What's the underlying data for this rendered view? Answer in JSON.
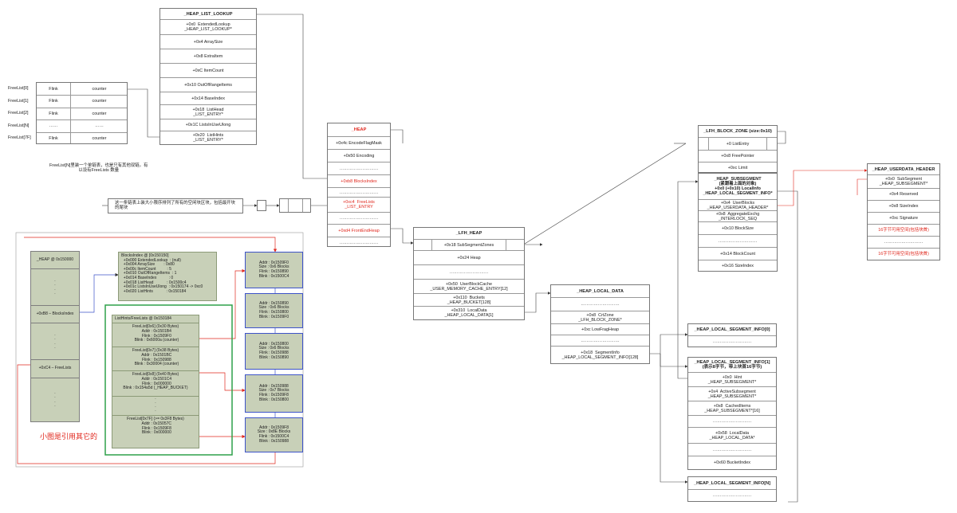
{
  "heap_list_lookup": {
    "title": "_HEAP_LIST_LOOKUP",
    "rows": [
      "+0x0  ExtendedLookup\n_HEAP_LIST_LOOKUP*",
      "+0x4  ArraySize",
      "+0x8  ExtraItem",
      "+0xC  ItemCount",
      "+0x10  OutOfRangeItems",
      "+0x14  BaseIndex",
      "+0x18  ListHead\n_LIST_ENTRY*",
      "+0x1C  ListsInUseUlong",
      "+0x20  ListHints\n_LIST_ENTRY*"
    ]
  },
  "freelist_table": {
    "rows": [
      {
        "label": "FreeList[0]",
        "flink": "Flink",
        "counter": "counter"
      },
      {
        "label": "FreeList[1]",
        "flink": "Flink",
        "counter": "counter"
      },
      {
        "label": "FreeList[2]",
        "flink": "Flink",
        "counter": "counter"
      },
      {
        "label": "FreeList[N]",
        "flink": "……",
        "counter": "……"
      },
      {
        "label": "FreeList[7F]",
        "flink": "Flink",
        "counter": "counter"
      }
    ],
    "note": "FreeList[N]里装一个单链表，也是只有其他双链。有\n以设有FreeLists 数量"
  },
  "chain_note": "这一条链表上装大小限序排列了所有的空闲块区块，包括最开块\n的尾块",
  "heap": {
    "title": "_HEAP",
    "rows": [
      {
        "text": "+0x4c  EncodeFlagMask",
        "red": false
      },
      {
        "text": "+0x50  Encoding",
        "red": false
      },
      {
        "text": "………………………",
        "red": false
      },
      {
        "text": "+0xb8  BlocksIndex",
        "red": true
      },
      {
        "text": "………………………",
        "red": false
      },
      {
        "text": "+0xc4  FreeLists\n_LIST_ENTRY",
        "red": true
      },
      {
        "text": "………………………",
        "red": false
      },
      {
        "text": "+0xd4  FrontEndHeap",
        "red": true
      },
      {
        "text": "………………………",
        "red": false
      }
    ]
  },
  "lfh_heap": {
    "title": "_LFH_HEAP",
    "rows": [
      "+0x18  SubSegmentZones",
      "+0x24  Heap",
      "………………………",
      "+0x50  UserBlockCache\n_USER_MEMORY_CACHE_ENTRY[12]",
      "+0x110  Buckets\n_HEAP_BUCKET[128]",
      "+0x310  LocalData\n_HEAP_LOCAL_DATA[1]"
    ]
  },
  "heap_local_data": {
    "title": "_HEAP_LOCAL_DATA",
    "rows": [
      "………………………",
      "+0x8  CrtZone\n_LFH_BLOCK_ZONE*",
      "+0xc  LowFragHeap",
      "………………………",
      "+0x18  SegmentInfo\n_HEAP_LOCAL_SEGMENT_INFO[128]"
    ]
  },
  "lfh_block_zone": {
    "title": "_LFH_BLOCK_ZONE (size:0x10)",
    "rows": [
      "+0   ListEntry",
      "+0x8  FreePointer",
      "+0xc  Limit"
    ]
  },
  "heap_subsegment": {
    "rows": [
      {
        "text": "_HEAP_SUBSEGMENT\n(紧跟着上面的对象)\n+0x0 (+0x10) LocalInfo\n_HEAP_LOCAL_SEGMENT_INFO*",
        "bold": true
      },
      {
        "text": "+0x4  UserBlocks\n_HEAP_USERDATA_HEADER*",
        "bold": false
      },
      {
        "text": "+0x8  AggregateExchg\n_INTERLOCK_SEQ",
        "bold": false
      },
      {
        "text": "+0x10  BlockSize",
        "bold": false
      },
      {
        "text": "………………………",
        "bold": false
      },
      {
        "text": "+0x14  BlockCount",
        "bold": false
      },
      {
        "text": "+0x16  SizeIndex",
        "bold": false
      }
    ]
  },
  "userdata_header": {
    "title": "_HEAP_USERDATA_HEADER",
    "rows": [
      {
        "text": "+0x0  SubSegment\n_HEAP_SUBSEGMENT*",
        "red": false
      },
      {
        "text": "+0x4  Reserved",
        "red": false
      },
      {
        "text": "+0x8  SizeIndex",
        "red": false
      },
      {
        "text": "+0xc  Signature",
        "red": false
      },
      {
        "text": "16字节可用空间(包括块首)",
        "red": true
      },
      {
        "text": "………………………",
        "red": false
      },
      {
        "text": "16字节可用空间(包括块首)",
        "red": true
      }
    ]
  },
  "seg_info_0": {
    "title": "_HEAP_LOCAL_SEGMENT_INFO[0]",
    "rows": [
      "………………………"
    ]
  },
  "seg_info_1": {
    "title": "_HEAP_LOCAL_SEGMENT_INFO[1]\n(表示8字节，带上块首16字节)",
    "rows": [
      "+0x0  Hint\n_HEAP_SUBSEGMENT*",
      "+0x4  ActiveSubsegment\n_HEAP_SUBSEGMENT*",
      "+0x8  CachedItems\n_HEAP_SUBSEGMENT*[16]",
      "………………………",
      "+0x58  LocalData\n_HEAP_LOCAL_DATA*",
      "………………………",
      "+0x60  BucketIndex"
    ]
  },
  "seg_info_n": {
    "title": "_HEAP_LOCAL_SEGMENT_INFO[N]",
    "rows": [
      "………………………"
    ]
  },
  "mini": {
    "heap_label": "_HEAP @ 0x150000",
    "dots": ".\n.\n.\n.",
    "blocksindex_label": "+0xB8 – BlocksIndex",
    "freelists_label": "+0xC4 – FreeLists",
    "blocksindex_box": "BlocksIndex @ [0x150150]\n  +0x000 ExtendedLookup  : (null)\n  +0x004 ArraySize        : 0x80\n  +0x00c ItemCount          : 5\n  +0x010 OutOfRangeItems  : 1\n  +0x014 BaseIndex           : 0\n  +0x018 ListHead            : 0x1500c4\n  +0x01c ListsInUseUlong  : 0x150174 -> 0xc0\n  +0x020 ListHints            : 0x150184",
    "listhints_title": "ListHints/FreeLists @ 0x150184",
    "entries": [
      "FreeList[0x6] (0x30 Bytes)\n  Addr : 0x1501B4\n  Flink : 0x1509F0\n  Blink : 0x6000a (counter)",
      "FreeList[0x7] (0x38 Bytes)\n  Addr : 0x1501BC\n  Flink : 0x150988\n  Blink : 0x30004 (counter)",
      "FreeList[0x8] (0x40 Bytes)\n  Addr : 0x1501C4\n  Flink : 0x000000\nBlink : 0x154a5d (_HEAP_BUCKET)",
      "FreeList[0x7F] (>= 0x3F8 Bytes)\n  Addr : 0x15057C\n  Flink : 0x1509F8\n  Blink : 0x000000"
    ],
    "chunks": [
      "Addr : 0x1509F0\nSize : 0x6 Blocks\nFlink : 0x150890\nBlink : 0x1500C4",
      "Addr : 0x150890\nSize : 0x6 Blocks\nFlink : 0x150800\nBlink : 0x1509F0",
      "Addr : 0x150800\nSize : 0x6 Blocks\nFlink : 0x150988\nBlink : 0x150890",
      "Addr : 0x150988\nSize : 0x7 Blocks\nFlink : 0x1509F8\nBlink : 0x150800",
      "Addr : 0x1509F8\nSize : 0x8E Blocks\nFlink : 0x1500C4\nBlink : 0x150988"
    ],
    "caption": "小图是引用其它的"
  }
}
